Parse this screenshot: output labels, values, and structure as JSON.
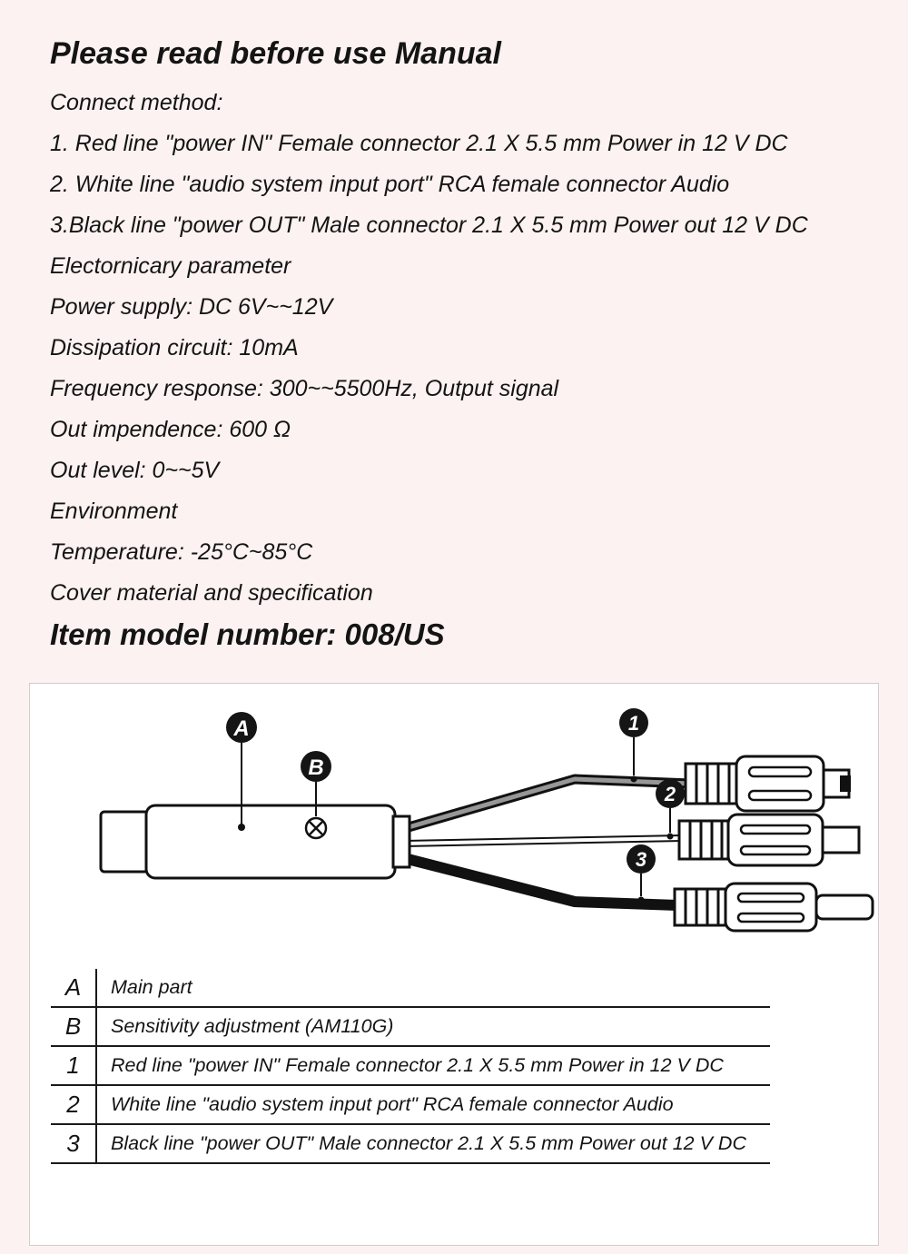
{
  "manual": {
    "title": "Please read before use Manual",
    "lines": [
      "Connect method:",
      "1. Red line \"power  IN\"   Female connector  2.1 X 5.5 mm Power in 12 V DC",
      "2.  White line \"audio system input port\"  RCA female connector Audio",
      "3.Black line \"power OUT\"  Male connector  2.1 X 5.5 mm Power out 12 V DC",
      "Electornicary parameter",
      "Power supply: DC 6V~~12V",
      "Dissipation circuit: 10mA",
      "Frequency response: 300~~5500Hz, Output signal",
      "Out impendence: 600  Ω",
      "Out level: 0~~5V",
      "Environment",
      "Temperature: -25°C~85°C",
      "Cover material and specification"
    ],
    "model_line": "Item model number: 008/US"
  },
  "diagram": {
    "callouts": {
      "a": "A",
      "b": "B",
      "c1": "1",
      "c2": "2",
      "c3": "3"
    }
  },
  "legend": {
    "rows": [
      {
        "key": "A",
        "desc": "Main part"
      },
      {
        "key": "B",
        "desc": "Sensitivity adjustment (AM110G)"
      },
      {
        "key": "1",
        "desc": "Red line \"power  IN\"   Female connector  2.1 X 5.5 mm Power in 12 V DC"
      },
      {
        "key": "2",
        "desc": "White line \"audio system input port\"  RCA female connector Audio"
      },
      {
        "key": "3",
        "desc": "Black line \"power OUT\"  Male connector  2.1 X 5.5 mm Power out 12 V DC"
      }
    ]
  }
}
